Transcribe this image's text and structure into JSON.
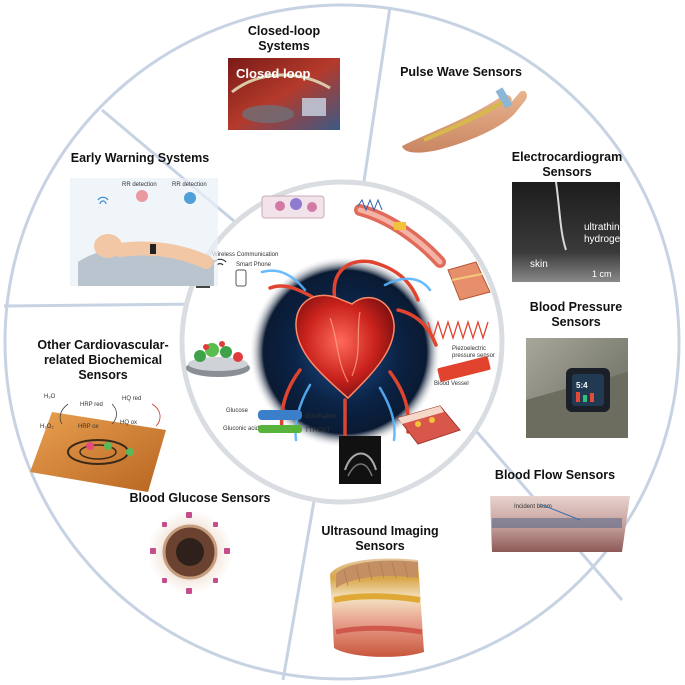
{
  "diagram": {
    "segments": [
      {
        "id": "closed-loop",
        "lines": [
          "Closed-loop",
          "Systems"
        ]
      },
      {
        "id": "pulse-wave",
        "lines": [
          "Pulse Wave Sensors"
        ]
      },
      {
        "id": "ecg",
        "lines": [
          "Electrocardiogram",
          "Sensors"
        ]
      },
      {
        "id": "blood-pressure",
        "lines": [
          "Blood Pressure",
          "Sensors"
        ]
      },
      {
        "id": "blood-flow",
        "lines": [
          "Blood Flow Sensors"
        ]
      },
      {
        "id": "ultrasound",
        "lines": [
          "Ultrasound Imaging",
          "Sensors"
        ]
      },
      {
        "id": "glucose",
        "lines": [
          "Blood Glucose Sensors"
        ]
      },
      {
        "id": "biochemical",
        "lines": [
          "Other Cardiovascular-",
          "related Biochemical",
          "Sensors"
        ]
      },
      {
        "id": "early-warning",
        "lines": [
          "Early Warning Systems"
        ]
      }
    ],
    "image_text": {
      "closed_loop_banner": "Closed loop",
      "ecg_ultrathin": "ultrathin",
      "ecg_hydrogel": "hydrogel",
      "ecg_skin": "skin",
      "ecg_scale": "1 cm",
      "watch_time": "5:4",
      "biochem_h2o": "H₂O",
      "biochem_h2o2": "H₂O₂",
      "biochem_hrp_red": "HRP red",
      "biochem_hrp_ox": "HRP ox",
      "biochem_hq_red": "HQ red",
      "biochem_hq_ox": "HQ ox",
      "early_rr1": "RR detection",
      "early_rr2": "RR detection",
      "flow_incident": "Incident beam"
    },
    "center_text": {
      "wireless": "Wireless Communication",
      "smart_phone": "Smart Phone",
      "glucose": "Glucose",
      "gluconic": "Gluconic acid",
      "gox": "GOx/Nafion",
      "ttf": "TTF/CNT",
      "piezo1": "Piezoelectric",
      "piezo2": "pressure sensor",
      "vessel": "Blood Vessel"
    }
  },
  "colors": {
    "ring_line": "#c7d3e3",
    "ring_fill": "#ffffff",
    "inner_ring": "#d9dde2",
    "vessel_red": "#d23a2c",
    "glow_blue": "#4aa8ff",
    "text": "#111111"
  }
}
